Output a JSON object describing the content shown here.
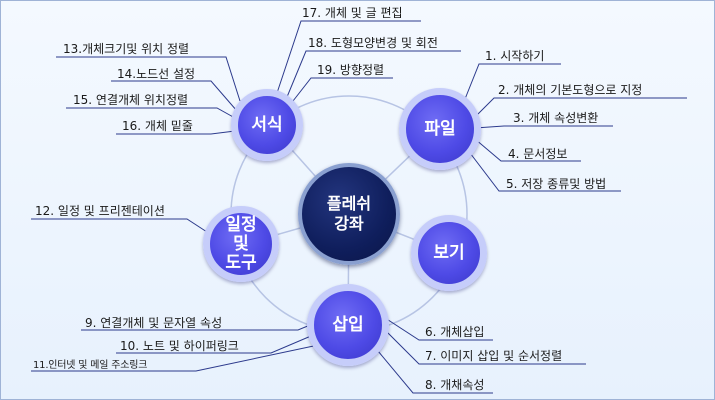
{
  "center": {
    "text": "플레쉬\n강좌"
  },
  "nodes": {
    "format": "서식",
    "file": "파일",
    "view": "보기",
    "insert": "삽입",
    "schedule": "일정\n및\n도구"
  },
  "labels": {
    "l17": "17. 개체 및 글 편집",
    "l18": "18. 도형모양변경 및 회전",
    "l19": "19. 방향정렬",
    "l13": "13.개체크기및 위치 정렬",
    "l14": "14.노드선 설정",
    "l15": "15. 연결개체 위치정렬",
    "l16": "16. 개체 밑줄",
    "l1": "1. 시작하기",
    "l2": "2. 개체의 기본도형으로 지정",
    "l3": "3. 개체 속성변환",
    "l4": "4. 문서정보",
    "l5": "5. 저장 종류및 방법",
    "l12": "12. 일정 및 프리젠테이션",
    "l9": "9. 연결개체 및 문자열 속성",
    "l10": "10. 노트 및 하이퍼링크",
    "l11": "11.인터넷 및 메일 주소링크",
    "l6": "6. 개체삽입",
    "l7": "7. 이미지 삽입 및 순서정렬",
    "l8": "8. 개채속성"
  },
  "colors": {
    "line": "#2c3a8c",
    "ring": "#b7c4e4",
    "sub_fill": "#4e4ae6",
    "center_fill": "#0f1e5c"
  }
}
